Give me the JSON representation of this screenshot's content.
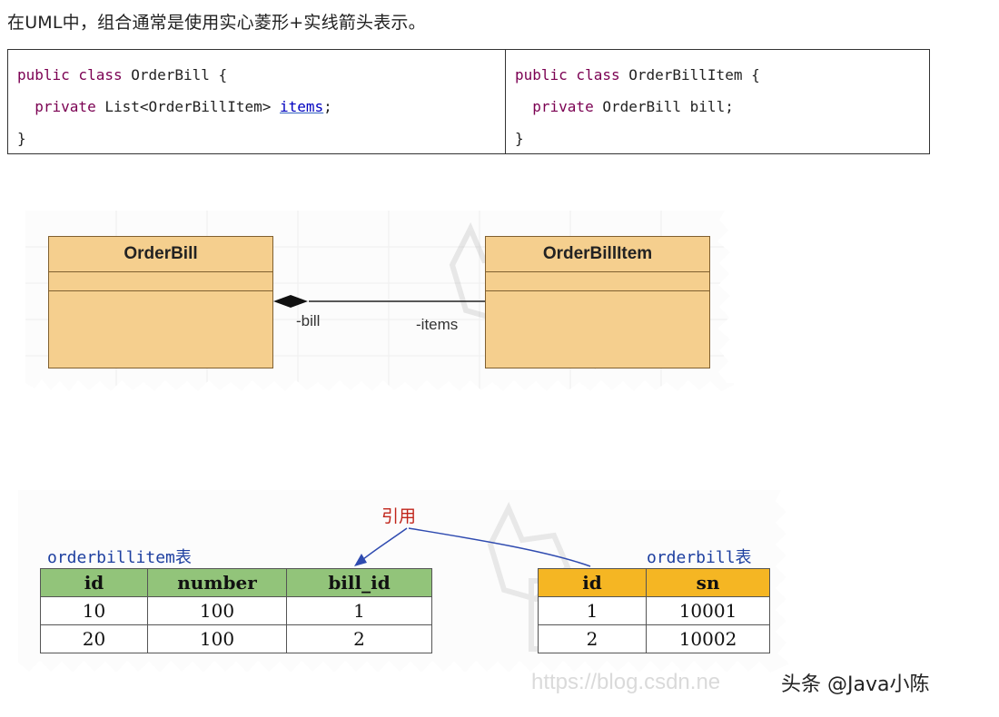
{
  "intro_text": "在UML中，组合通常是使用实心菱形+实线箭头表示。",
  "code": {
    "left": {
      "line1_kw": "public class",
      "line1_name": " OrderBill {",
      "line2_kw": "  private",
      "line2_type": " List<OrderBillItem> ",
      "line2_field": "items",
      "line2_end": ";",
      "line3": "}"
    },
    "right": {
      "line1_kw": "public class",
      "line1_name": " OrderBillItem {",
      "line2_kw": "  private",
      "line2_type": " OrderBill bill;",
      "line3": "}"
    }
  },
  "uml": {
    "class_left": "OrderBill",
    "class_right": "OrderBillItem",
    "label_bill": "-bill",
    "label_items": "-items",
    "colors": {
      "class_fill": "#f5cf8e",
      "class_border": "#806030"
    }
  },
  "db": {
    "ref_label": "引用",
    "left_table": {
      "caption": "orderbillitem表",
      "headers": [
        "id",
        "number",
        "bill_id"
      ],
      "rows": [
        [
          "10",
          "100",
          "1"
        ],
        [
          "20",
          "100",
          "2"
        ]
      ],
      "header_color": "#92c47a"
    },
    "right_table": {
      "caption": "orderbill表",
      "headers": [
        "id",
        "sn"
      ],
      "rows": [
        [
          "1",
          "10001"
        ],
        [
          "2",
          "10002"
        ]
      ],
      "header_color": "#f5b623"
    }
  },
  "url_watermark": "https://blog.csdn.ne",
  "watermark": "头条 @Java小陈"
}
